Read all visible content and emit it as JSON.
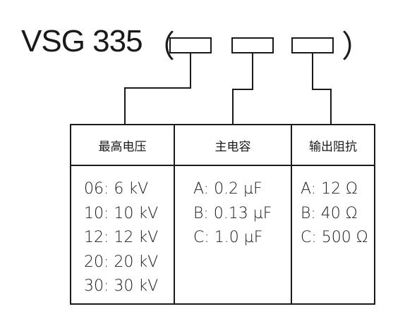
{
  "model": "VSG 335",
  "paren_open": "（",
  "paren_close": "）",
  "columns": [
    {
      "header": "最高电压",
      "rows": [
        "06: 6 kV",
        "10: 10 kV",
        "12: 12 kV",
        "20: 20 kV",
        "30: 30 kV"
      ]
    },
    {
      "header": "主电容",
      "rows": [
        "A: 0.2 µF",
        "B: 0.13 µF",
        "C: 1.0 µF"
      ]
    },
    {
      "header": "输出阻抗",
      "rows": [
        "A: 12 Ω",
        "B: 40 Ω",
        "C: 500 Ω"
      ]
    }
  ]
}
